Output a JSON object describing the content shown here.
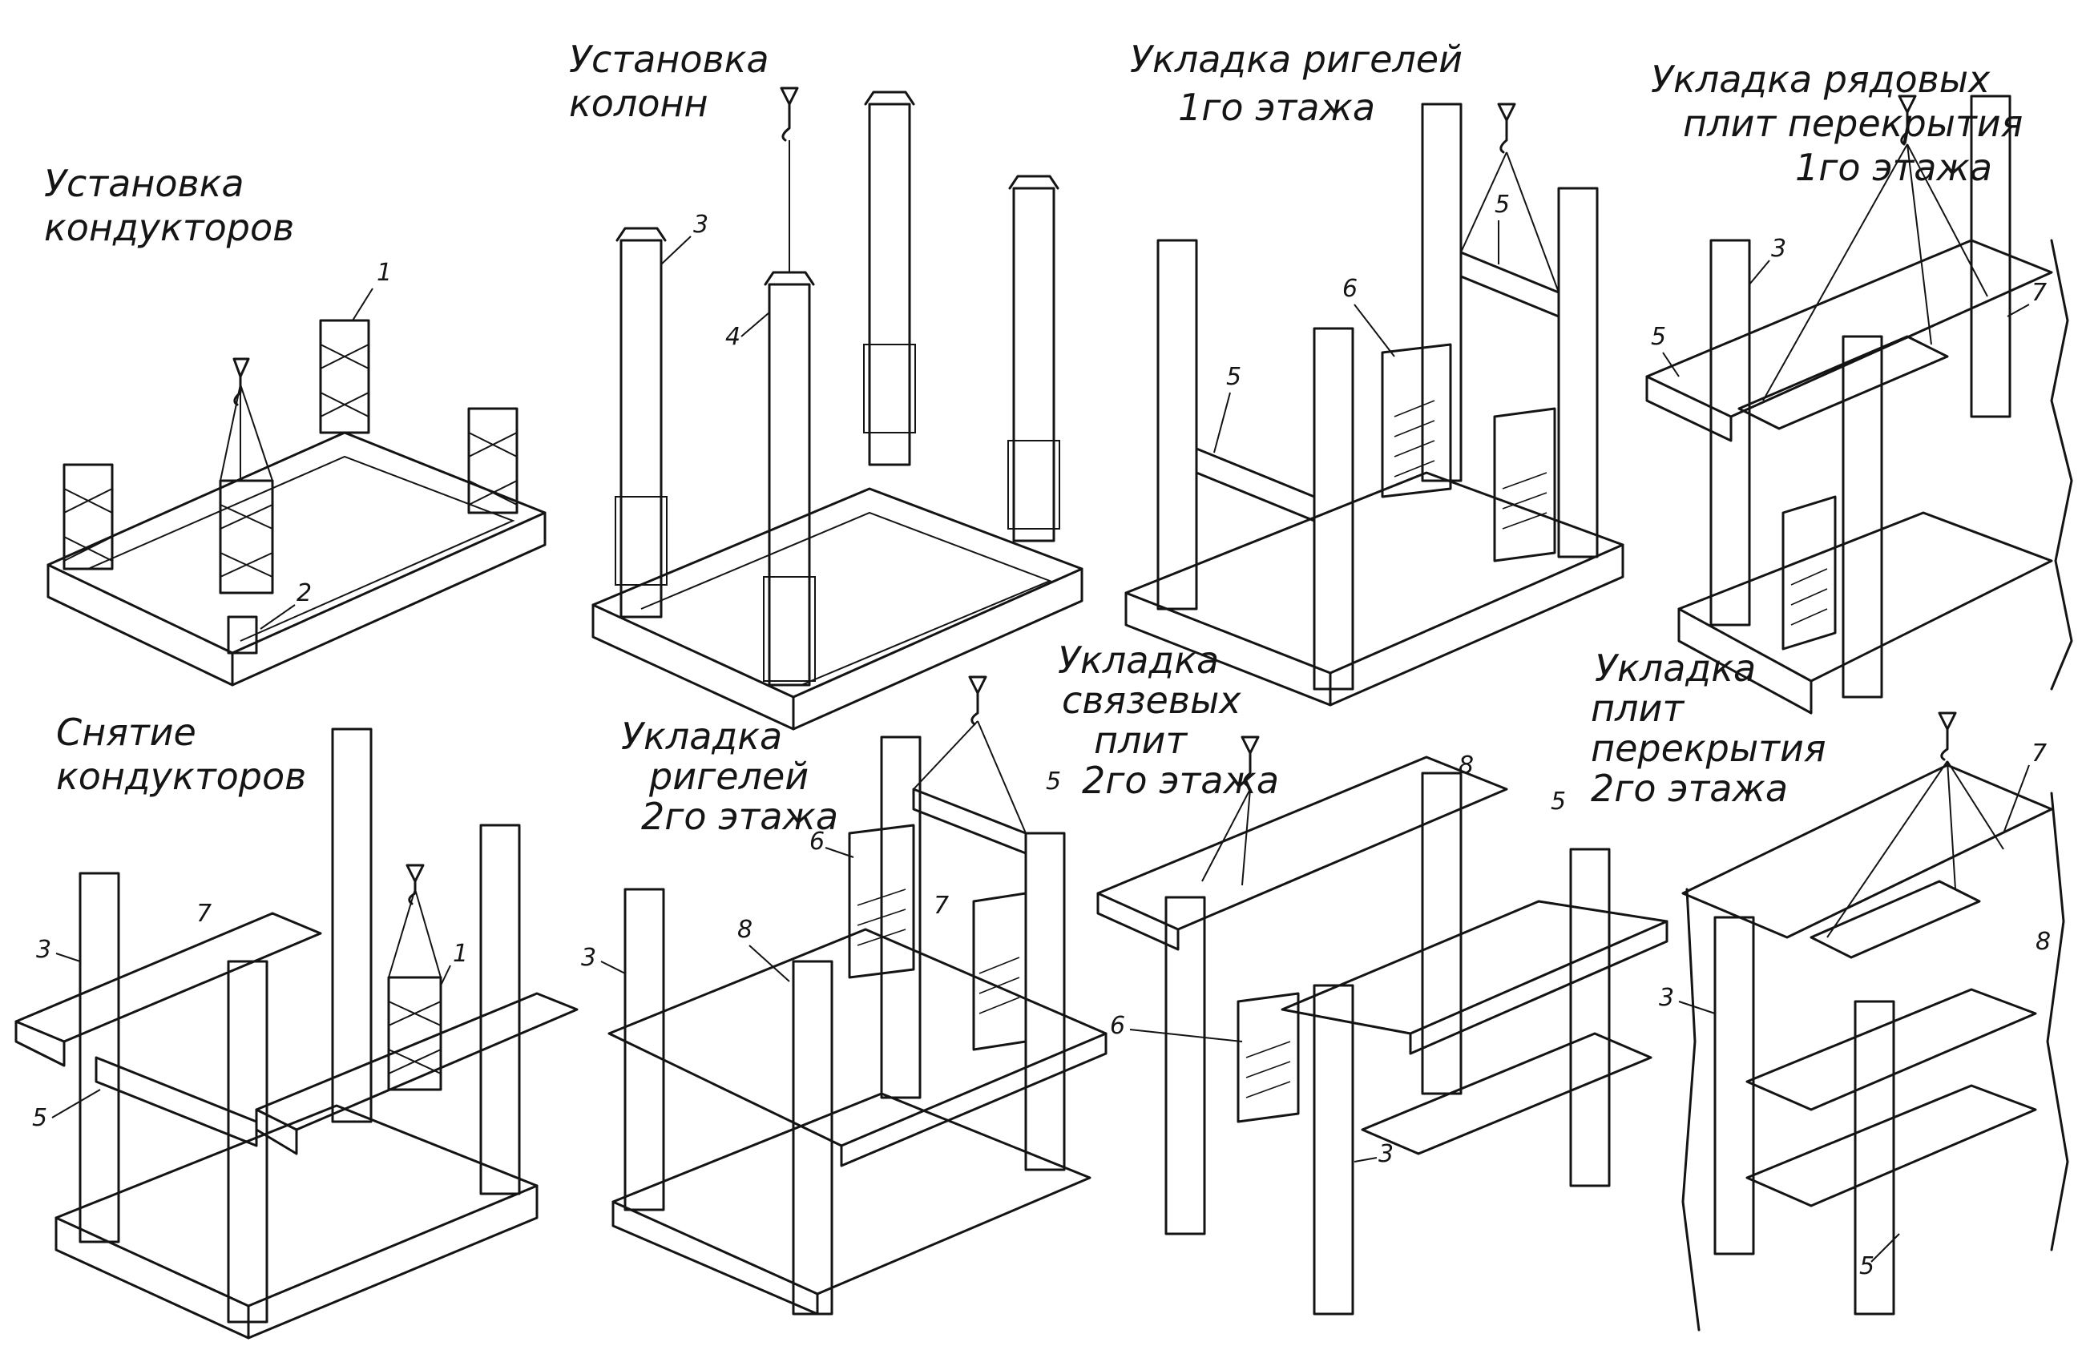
{
  "panels": [
    {
      "id": "p1",
      "caption": [
        "Установка",
        "кондукторов"
      ],
      "numbers": [
        "1",
        "2"
      ]
    },
    {
      "id": "p2",
      "caption": [
        "Установка",
        "колонн"
      ],
      "numbers": [
        "3",
        "4"
      ]
    },
    {
      "id": "p3",
      "caption": [
        "Укладка ригелей",
        "1го этажа"
      ],
      "numbers": [
        "5",
        "6",
        "5"
      ]
    },
    {
      "id": "p4",
      "caption": [
        "Укладка рядовых",
        "плит перекрытия",
        "1го этажа"
      ],
      "numbers": [
        "3",
        "7",
        "5"
      ]
    },
    {
      "id": "p5",
      "caption": [
        "Снятие",
        "кондукторов"
      ],
      "numbers": [
        "7",
        "3",
        "1",
        "5"
      ]
    },
    {
      "id": "p6",
      "caption": [
        "Укладка",
        "ригелей",
        "2го этажа"
      ],
      "numbers": [
        "5",
        "6",
        "8",
        "7",
        "3"
      ]
    },
    {
      "id": "p7",
      "caption": [
        "Укладка",
        "связевых",
        "плит",
        "2го этажа"
      ],
      "numbers": [
        "8",
        "5",
        "6",
        "3"
      ]
    },
    {
      "id": "p8",
      "caption": [
        "Укладка",
        "плит",
        "перекрытия",
        "2го этажа"
      ],
      "numbers": [
        "7",
        "8",
        "3",
        "5"
      ]
    }
  ]
}
